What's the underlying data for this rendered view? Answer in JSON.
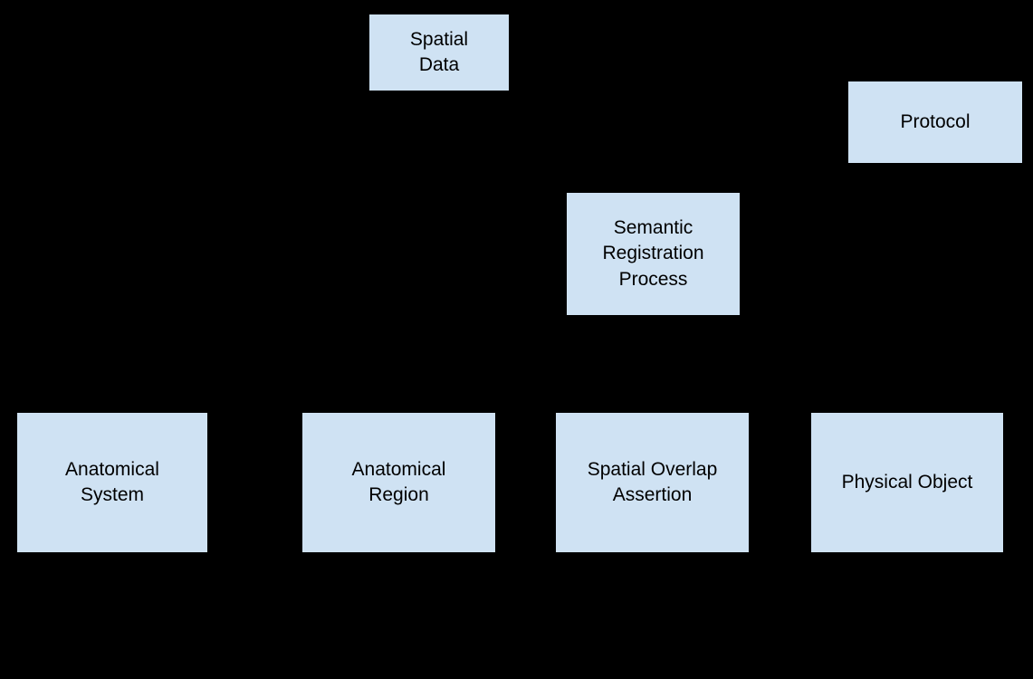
{
  "diagram": {
    "colors": {
      "background": "#000000",
      "node_fill": "#cfe2f3",
      "node_border": "#000000",
      "node_text": "#000000"
    },
    "nodes": [
      {
        "id": "spatial-data",
        "label": "Spatial\nData"
      },
      {
        "id": "protocol",
        "label": "Protocol"
      },
      {
        "id": "semantic-registration-process",
        "label": "Semantic\nRegistration\nProcess"
      },
      {
        "id": "anatomical-system",
        "label": "Anatomical\nSystem"
      },
      {
        "id": "anatomical-region",
        "label": "Anatomical\nRegion"
      },
      {
        "id": "spatial-overlap-assertion",
        "label": "Spatial Overlap\nAssertion"
      },
      {
        "id": "physical-object",
        "label": "Physical Object"
      }
    ]
  }
}
